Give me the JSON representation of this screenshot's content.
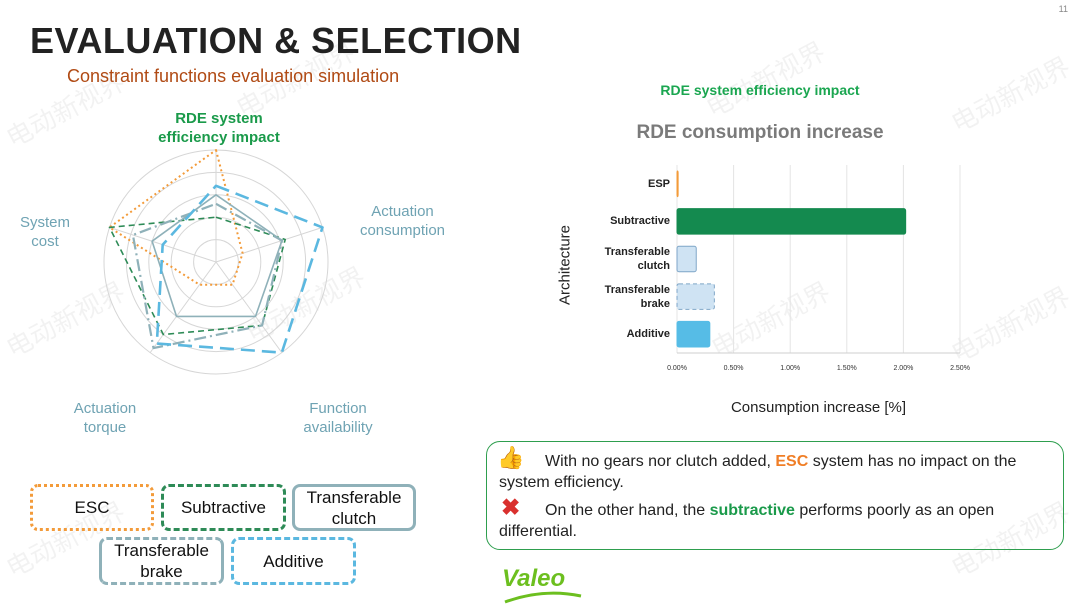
{
  "page": {
    "number": "11"
  },
  "title": "EVALUATION & SELECTION",
  "subtitle": "Constraint functions evaluation simulation",
  "radar": {
    "axes": [
      {
        "label": "RDE system efficiency impact"
      },
      {
        "label": "Actuation consumption"
      },
      {
        "label": "Function availability"
      },
      {
        "label": "Actuation torque"
      },
      {
        "label": "System cost"
      }
    ],
    "series": [
      {
        "name": "ESC",
        "color": "#f39b3a",
        "dash": "dotted",
        "values": [
          1.0,
          0.25,
          0.25,
          0.25,
          1.0
        ]
      },
      {
        "name": "Subtractive",
        "color": "#2e8b57",
        "dash": "dashed",
        "values": [
          0.4,
          0.65,
          0.7,
          0.8,
          1.0
        ]
      },
      {
        "name": "Transferable clutch",
        "color": "#8fb1b9",
        "dash": "solid",
        "values": [
          0.6,
          0.62,
          0.6,
          0.6,
          0.6
        ]
      },
      {
        "name": "Transferable brake",
        "color": "#8fb1b9",
        "dash": "dashdot",
        "values": [
          0.52,
          0.62,
          0.7,
          0.95,
          0.78
        ]
      },
      {
        "name": "Additive",
        "color": "#5bb8e0",
        "dash": "longdash",
        "values": [
          0.68,
          1.0,
          1.0,
          0.9,
          0.5
        ]
      }
    ]
  },
  "legend": {
    "esc": "ESC",
    "subtractive": "Subtractive",
    "transferable_clutch": "Transferable clutch",
    "transferable_brake": "Transferable brake",
    "additive": "Additive"
  },
  "chart_heading": "RDE system efficiency impact",
  "chart_data": {
    "type": "bar",
    "orientation": "horizontal",
    "title": "RDE consumption increase",
    "xlabel": "Consumption increase [%]",
    "ylabel": "Architecture",
    "categories": [
      "ESP",
      "Subtractive",
      "Transferable clutch",
      "Transferable brake",
      "Additive"
    ],
    "values": [
      0.01,
      2.02,
      0.17,
      0.33,
      0.29
    ],
    "colors": [
      "#f39b3a",
      "#148a4f",
      "#cfe3f3",
      "#cfe3f3",
      "#56bce6"
    ],
    "xlim": [
      0,
      2.5
    ],
    "x_ticks": [
      "0.00%",
      "0.50%",
      "1.00%",
      "1.50%",
      "2.00%",
      "2.50%"
    ],
    "grid": true
  },
  "notes": {
    "line1_pre": "With no gears nor clutch added, ",
    "line1_hl": "ESC",
    "line1_post": " system has no impact on the system efficiency.",
    "line2_pre": "On the other hand, the ",
    "line2_hl": "subtractive",
    "line2_post": " performs poorly as an open differential."
  },
  "logo": "Valeo",
  "watermark": "电动新视界",
  "colors": {
    "accent_green": "#1a9a4a",
    "accent_orange": "#f07e26",
    "subtitle": "#b04a14"
  }
}
